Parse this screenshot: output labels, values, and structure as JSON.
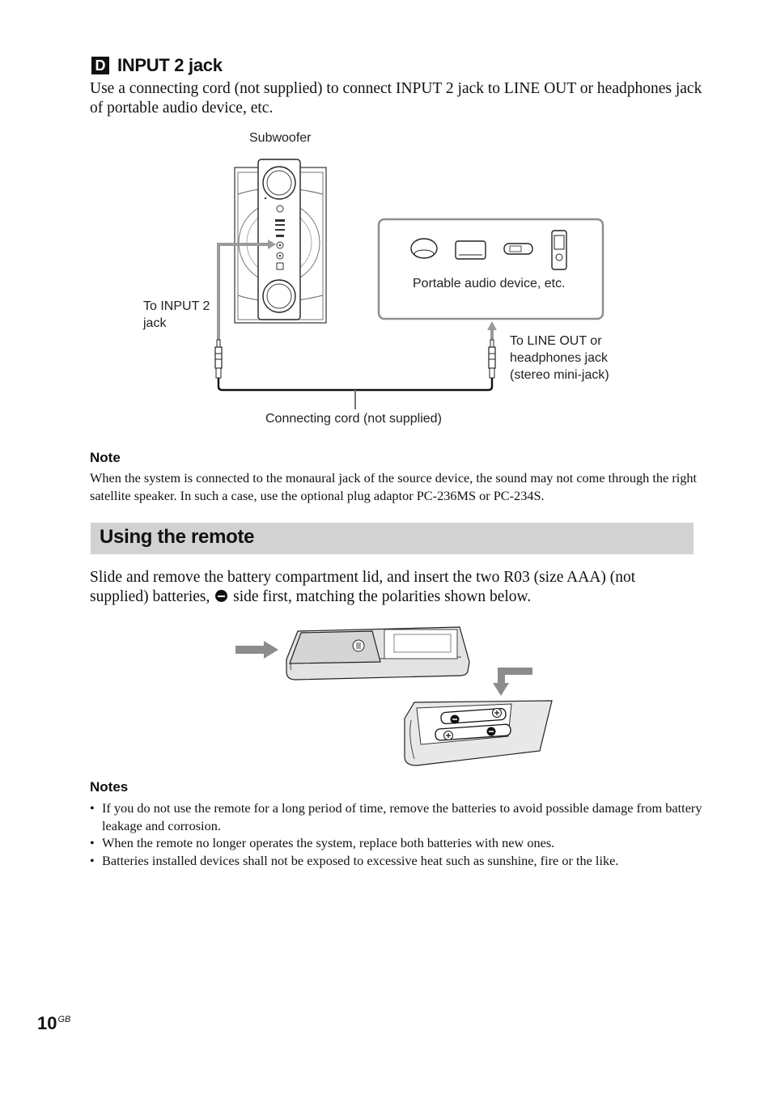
{
  "section_d": {
    "badge": "D",
    "title": "INPUT 2 jack",
    "intro": "Use a connecting cord (not supplied) to connect INPUT 2 jack to LINE OUT or headphones jack of portable audio device, etc."
  },
  "diagram1": {
    "subwoofer_label": "Subwoofer",
    "portable_label": "Portable audio device, etc.",
    "input2_label_line1": "To INPUT 2",
    "input2_label_line2": "jack",
    "lineout_line1": "To LINE OUT or",
    "lineout_line2": "headphones jack",
    "lineout_line3": "(stereo mini-jack)",
    "cord_label": "Connecting cord (not supplied)"
  },
  "note": {
    "title": "Note",
    "text": "When the system is connected to the monaural jack of the source device, the sound may not come through the right satellite speaker. In such a case, use the optional plug adaptor PC-236MS or PC-234S."
  },
  "remote_section": {
    "title": "Using the remote",
    "text_before": "Slide and remove the battery compartment lid, and insert the two R03 (size AAA) (not supplied) batteries,",
    "text_after": "side first, matching the polarities shown below."
  },
  "notes": {
    "title": "Notes",
    "items": [
      "If you do not use the remote for a long period of time, remove the batteries to avoid possible damage from battery leakage and corrosion.",
      "When the remote no longer operates the system, replace both batteries with new ones.",
      "Batteries installed devices shall not be exposed to excessive heat such as sunshine, fire or the like."
    ]
  },
  "footer": {
    "page_number": "10",
    "page_suffix": "GB"
  }
}
